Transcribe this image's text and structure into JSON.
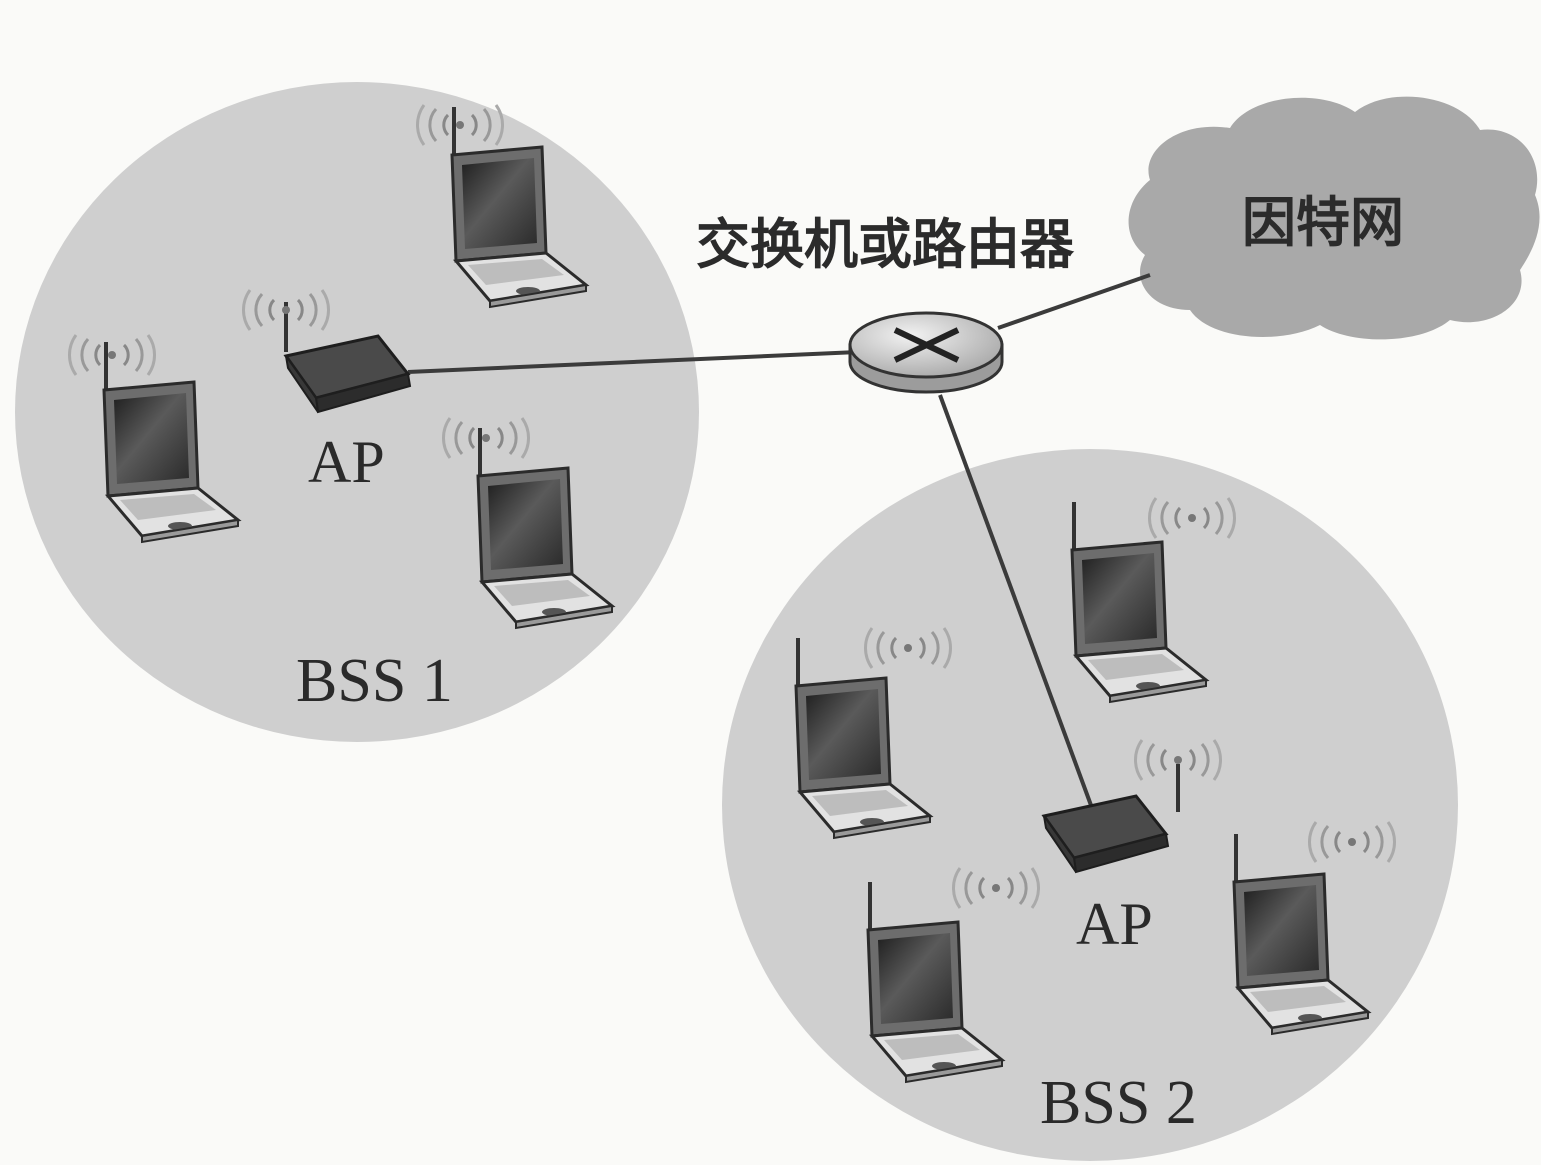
{
  "labels": {
    "router": "交换机或路由器",
    "internet": "因特网",
    "ap1": "AP",
    "ap2": "AP",
    "bss1": "BSS 1",
    "bss2": "BSS 2"
  },
  "colors": {
    "background": "#fafaf8",
    "bss_circle": "#cfcfcf",
    "cloud": "#a9a9a9",
    "line": "#3b3b3b",
    "device_dark": "#3d3d3d"
  },
  "icons": [
    "laptop-icon",
    "access-point-icon",
    "router-icon",
    "wireless-signal-icon",
    "cloud-icon"
  ]
}
